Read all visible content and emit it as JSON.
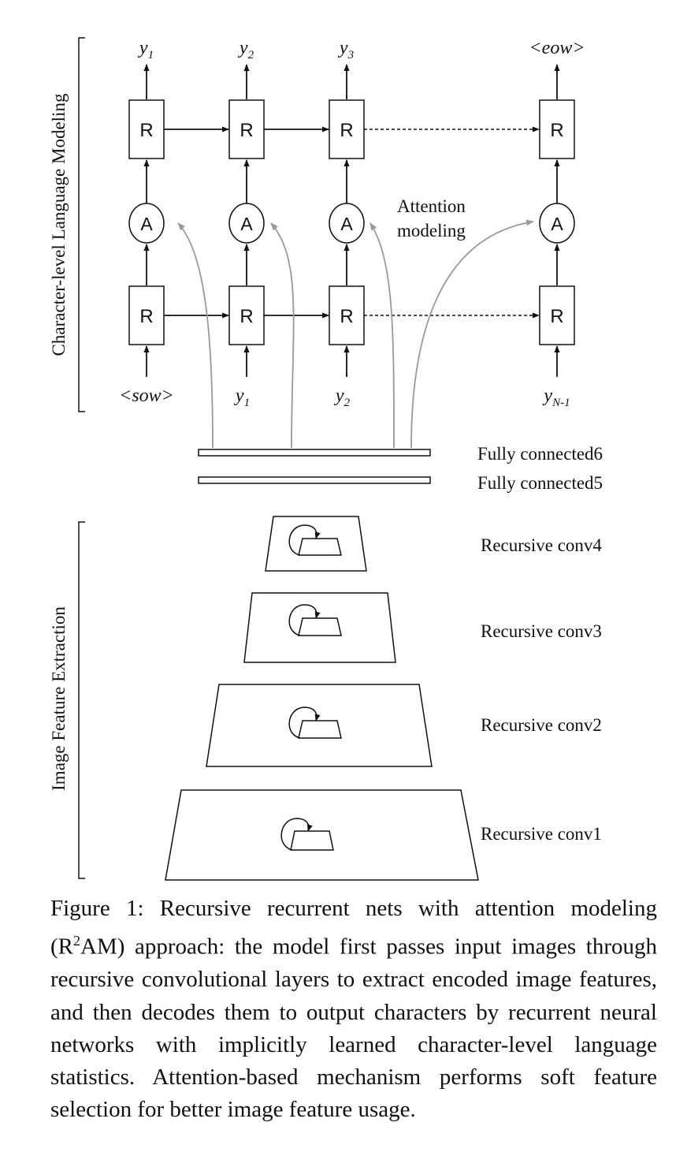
{
  "sections": {
    "language_modeling": "Character-level Language Modeling",
    "feature_extraction": "Image Feature Extraction"
  },
  "cells": {
    "recurrent": "R",
    "attention": "A"
  },
  "outputs": {
    "col1": {
      "base": "y",
      "sub": "1"
    },
    "col2": {
      "base": "y",
      "sub": "2"
    },
    "col3": {
      "base": "y",
      "sub": "3"
    },
    "col4": {
      "text": "<eow>"
    }
  },
  "inputs": {
    "col1": {
      "text": "<sow>"
    },
    "col2": {
      "base": "y",
      "sub": "1"
    },
    "col3": {
      "base": "y",
      "sub": "2"
    },
    "col4": {
      "base": "y",
      "sub": "N-1"
    }
  },
  "attention_label": {
    "line1": "Attention",
    "line2": "modeling"
  },
  "layers": {
    "fc6": "Fully connected6",
    "fc5": "Fully connected5",
    "conv4": "Recursive conv4",
    "conv3": "Recursive conv3",
    "conv2": "Recursive conv2",
    "conv1": "Recursive conv1"
  },
  "caption": {
    "text_before": "Figure 1: Recursive recurrent nets with attention modeling (R",
    "superscript": "2",
    "text_after": "AM) approach: the model first passes input images through recursive convolutional layers to extract encoded image features, and then decodes them to output characters by recurrent neural networks with implicitly learned character-level language statistics. Attention-based mechanism performs soft feature selection for better image feature usage."
  },
  "colors": {
    "ink": "#111111",
    "attention_arrows": "#9a9a9a",
    "background": "#ffffff"
  }
}
